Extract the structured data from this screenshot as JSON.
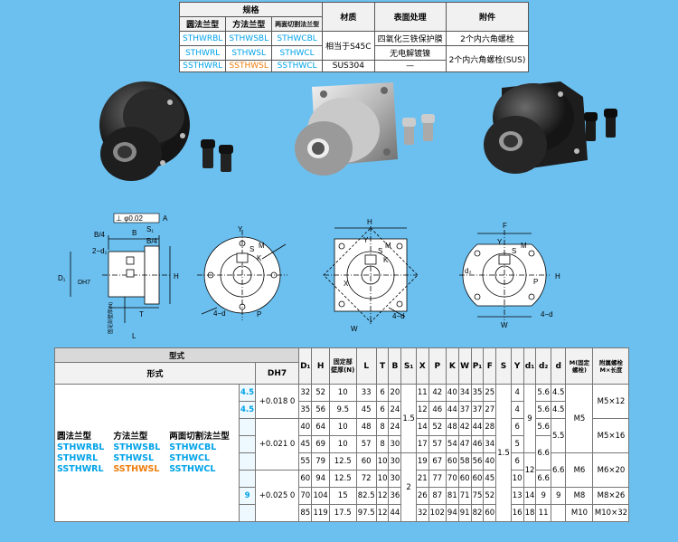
{
  "top_table": {
    "spec_label": "规格",
    "col_round": "圆法兰型",
    "col_square": "方法兰型",
    "col_cut": "两面切割法兰型",
    "col_material": "材质",
    "col_surface": "表面处理",
    "col_accessory": "附件",
    "rows": [
      {
        "round": "STHWRBL",
        "square": "STHWSBL",
        "cut": "STHWCBL",
        "material": "相当于S45C",
        "surface": "四氧化三铁保护膜",
        "accessory": "2个内六角螺栓"
      },
      {
        "round": "STHWRL",
        "square": "STHWSL",
        "cut": "STHWCL",
        "material": "",
        "surface": "无电解镀镍",
        "accessory": "2个内六角螺栓(SUS)"
      },
      {
        "round": "SSTHWRL",
        "square": "SSTHWSL",
        "cut": "SSTHWCL",
        "material": "SUS304",
        "surface": "—",
        "accessory": ""
      }
    ]
  },
  "colors": {
    "background": "#6cc0f0",
    "link_blue": "#00a2e8",
    "highlight_orange": "#f07c0a"
  },
  "drawings": {
    "side": {
      "phi": "⊥ φ0.02",
      "a": "A",
      "b4_l": "B/4",
      "b": "B",
      "s1": "S₁",
      "b4_r": "B/4",
      "d1_top": "2−d₁",
      "d1": "D₁",
      "dh7": "DH7",
      "t": "T",
      "h": "H",
      "n": "固定部壁厚(N)",
      "l": "L"
    },
    "round": {
      "y": "Y",
      "s": "S",
      "m": "M",
      "k": "K",
      "d4": "4−d",
      "p": "P"
    },
    "square": {
      "h": "H",
      "y": "Y",
      "s": "S",
      "m": "M",
      "k": "K",
      "x": "X",
      "d4": "4−d",
      "w": "W"
    },
    "cut": {
      "f": "F",
      "y": "Y",
      "s": "S",
      "m": "M",
      "d2": "d₂",
      "p": "P",
      "h": "H",
      "d4": "4−d",
      "w": "W"
    }
  },
  "spec_table": {
    "type_label": "型式",
    "form_label": "形式",
    "dh7": "DH7",
    "columns": [
      "D₁",
      "H",
      "固定部壁厚(N)",
      "L",
      "T",
      "B",
      "S₁",
      "X",
      "P",
      "K",
      "W",
      "P₁",
      "F",
      "S",
      "Y",
      "d₁",
      "d₂",
      "d",
      "M(固定螺栓)",
      "附属螺栓 M×长度"
    ],
    "forms": {
      "round_title": "圆法兰型",
      "square_title": "方法兰型",
      "cut_title": "两面切割法兰型",
      "round": [
        "STHWRBL",
        "STHWRL",
        "SSTHWRL"
      ],
      "square": [
        "STHWSBL",
        "STHWSL",
        "SSTHWSL"
      ],
      "cut": [
        "STHWCBL",
        "STHWCL",
        "SSTHWCL"
      ]
    },
    "tolerances": [
      "+0.018 0",
      "+0.021 0",
      "+0.025 0"
    ],
    "rows": [
      {
        "d": "4.5",
        "D1": "32",
        "H": "52",
        "N": "10",
        "L": "33",
        "T": "6",
        "B": "20",
        "X": "11",
        "P": "42",
        "K": "40",
        "W": "34",
        "P1": "35",
        "F": "25",
        "Y": "4",
        "d2": "5.6"
      },
      {
        "d": "4.5",
        "D1": "35",
        "H": "56",
        "N": "9.5",
        "L": "45",
        "T": "6",
        "B": "24",
        "X": "12",
        "P": "46",
        "K": "44",
        "W": "37",
        "P1": "37",
        "F": "27",
        "Y": "4",
        "d2": "5.6"
      },
      {
        "d": "",
        "D1": "40",
        "H": "64",
        "N": "10",
        "L": "48",
        "T": "8",
        "B": "24",
        "X": "14",
        "P": "52",
        "K": "48",
        "W": "42",
        "P1": "44",
        "F": "28",
        "Y": "6",
        "d2": "5.6"
      },
      {
        "d": "",
        "D1": "45",
        "H": "69",
        "N": "10",
        "L": "57",
        "T": "8",
        "B": "30",
        "X": "17",
        "P": "57",
        "K": "54",
        "W": "47",
        "P1": "46",
        "F": "34",
        "Y": "5",
        "d2": ""
      },
      {
        "d": "",
        "D1": "55",
        "H": "79",
        "N": "12.5",
        "L": "60",
        "T": "10",
        "B": "30",
        "X": "19",
        "P": "67",
        "K": "60",
        "W": "58",
        "P1": "56",
        "F": "40",
        "Y": "6",
        "d2": ""
      },
      {
        "d": "",
        "D1": "60",
        "H": "94",
        "N": "12.5",
        "L": "72",
        "T": "10",
        "B": "30",
        "X": "21",
        "P": "77",
        "K": "70",
        "W": "60",
        "P1": "60",
        "F": "45",
        "Y": "10",
        "d2": ""
      },
      {
        "d": "9",
        "D1": "70",
        "H": "104",
        "N": "15",
        "L": "82.5",
        "T": "12",
        "B": "36",
        "X": "26",
        "P": "87",
        "K": "81",
        "W": "71",
        "P1": "75",
        "F": "52",
        "Y": "13",
        "d2": "9"
      },
      {
        "d": "",
        "D1": "85",
        "H": "119",
        "N": "17.5",
        "L": "97.5",
        "T": "12",
        "B": "44",
        "X": "32",
        "P": "102",
        "K": "94",
        "W": "91",
        "P1": "82",
        "F": "60",
        "Y": "16",
        "d2": "11"
      }
    ],
    "merged": {
      "s1_a": "1.5",
      "s1_b": "2",
      "s": "1.5",
      "d1_a": "9",
      "d1_b": "12",
      "d1_c": "14",
      "d1_d": "18",
      "d2_a": "6.6",
      "d2_b": "6.6",
      "d_a": "5.5",
      "d_b": "6.6",
      "m_a": "M5",
      "m_b": "M6",
      "m_c": "M8",
      "m_d": "M10",
      "acc_a": "M5×12",
      "acc_b": "M5×16",
      "acc_c": "M6×20",
      "acc_d": "M8×26",
      "acc_e": "M10×32"
    }
  }
}
